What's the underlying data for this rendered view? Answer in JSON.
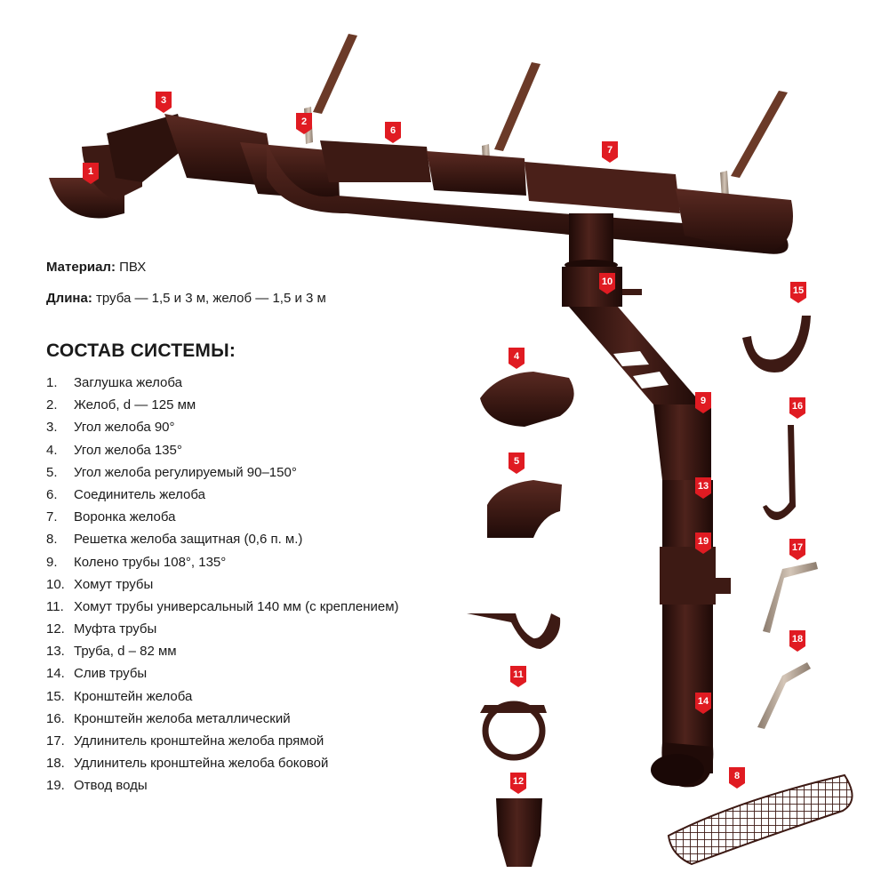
{
  "meta": {
    "material_label": "Материал:",
    "material_value": "ПВХ",
    "length_label": "Длина:",
    "length_value": "труба — 1,5 и 3 м, желоб — 1,5 и 3 м"
  },
  "system_title": "СОСТАВ СИСТЕМЫ:",
  "parts": [
    {
      "num": "1.",
      "text": "Заглушка желоба"
    },
    {
      "num": "2.",
      "text": "Желоб, d — 125 мм"
    },
    {
      "num": "3.",
      "text": "Угол желоба 90°"
    },
    {
      "num": "4.",
      "text": "Угол желоба 135°"
    },
    {
      "num": "5.",
      "text": "Угол желоба регулируемый 90–150°"
    },
    {
      "num": "6.",
      "text": "Соединитель желоба"
    },
    {
      "num": "7.",
      "text": "Воронка желоба"
    },
    {
      "num": "8.",
      "text": "Решетка желоба защитная (0,6 п. м.)"
    },
    {
      "num": "9.",
      "text": "Колено трубы 108°, 135°"
    },
    {
      "num": "10.",
      "text": "Хомут трубы"
    },
    {
      "num": "11.",
      "text": "Хомут трубы универсальный 140 мм (с креплением)"
    },
    {
      "num": "12.",
      "text": "Муфта трубы"
    },
    {
      "num": "13.",
      "text": "Труба, d – 82 мм"
    },
    {
      "num": "14.",
      "text": "Слив трубы"
    },
    {
      "num": "15.",
      "text": "Кронштейн желоба"
    },
    {
      "num": "16.",
      "text": "Кронштейн желоба металлический"
    },
    {
      "num": "17.",
      "text": "Удлинитель кронштейна желоба прямой"
    },
    {
      "num": "18.",
      "text": "Удлинитель кронштейна желоба боковой"
    },
    {
      "num": "19.",
      "text": "Отвод воды"
    }
  ],
  "badges": [
    "1",
    "2",
    "3",
    "4",
    "5",
    "6",
    "7",
    "8",
    "9",
    "10",
    "11",
    "12",
    "13",
    "14",
    "15",
    "16",
    "17",
    "18",
    "19"
  ],
  "colors": {
    "product_brown": "#3d1a14",
    "product_dark": "#230d09",
    "product_highlight": "#6a3a30",
    "badge_red": "#e01b22",
    "metal": "#b9a99a"
  }
}
